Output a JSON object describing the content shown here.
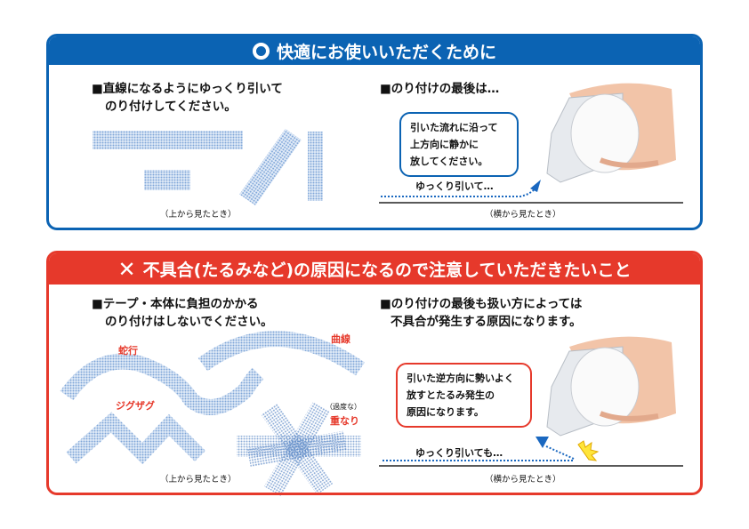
{
  "good": {
    "header": "快適にお使いいただくために",
    "icon": "circle-icon",
    "left_heading": [
      "■直線になるようにゆっくり引いて",
      "のり付けしてください。"
    ],
    "left_caption": "（上から見たとき）",
    "right_heading": "■のり付けの最後は…",
    "bubble": [
      "引いた流れに沿って",
      "上方向に静かに",
      "放してください。"
    ],
    "motion_label": "ゆっくり引いて…",
    "right_caption": "（横から見たとき）"
  },
  "bad": {
    "header": "不具合(たるみなど)の原因になるので注意していただきたいこと",
    "icon": "x-icon",
    "left_heading": [
      "■テープ・本体に負担のかかる",
      "のり付けはしないでください。"
    ],
    "labels": {
      "snake": "蛇行",
      "curve": "曲線",
      "zigzag": "ジグザグ",
      "excessive": "（過度な）",
      "overlap": "重なり"
    },
    "left_caption": "（上から見たとき）",
    "right_heading": [
      "■のり付けの最後も扱い方によっては",
      "不具合が発生する原因になります。"
    ],
    "bubble": [
      "引いた逆方向に勢いよく",
      "放すとたるみ発生の",
      "原因になります。"
    ],
    "motion_label": "ゆっくり引いても…",
    "right_caption": "（横から見たとき）"
  },
  "colors": {
    "blue": "#0b63b3",
    "red": "#e6392b",
    "tape": "#7fa6d8"
  }
}
